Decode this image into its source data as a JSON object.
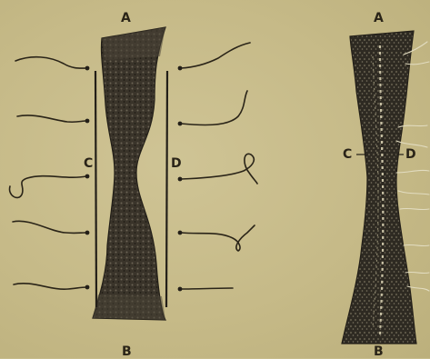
{
  "figures": [
    {
      "id": "left",
      "labels": {
        "top": "A",
        "bottom": "B",
        "left": "C",
        "right": "D"
      }
    },
    {
      "id": "right",
      "labels": {
        "top": "A",
        "bottom": "B",
        "left": "C",
        "right": "D"
      }
    }
  ],
  "colors": {
    "background": "#c8bd8c",
    "ink": "#2a2418",
    "fibre_light": "#d9d2b4"
  }
}
